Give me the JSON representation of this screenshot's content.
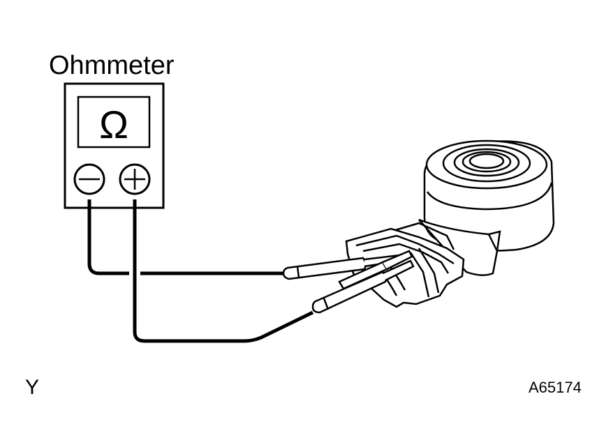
{
  "meter": {
    "label": "Ohmmeter",
    "display_symbol": "Ω",
    "negative_terminal": "−",
    "positive_terminal": "+"
  },
  "footer": {
    "left_mark": "Y",
    "figure_code": "A65174"
  },
  "colors": {
    "ink": "#000000",
    "background": "#ffffff"
  },
  "icons": {
    "sensor": "knock-sensor-icon",
    "probes": "test-probe-icon"
  }
}
